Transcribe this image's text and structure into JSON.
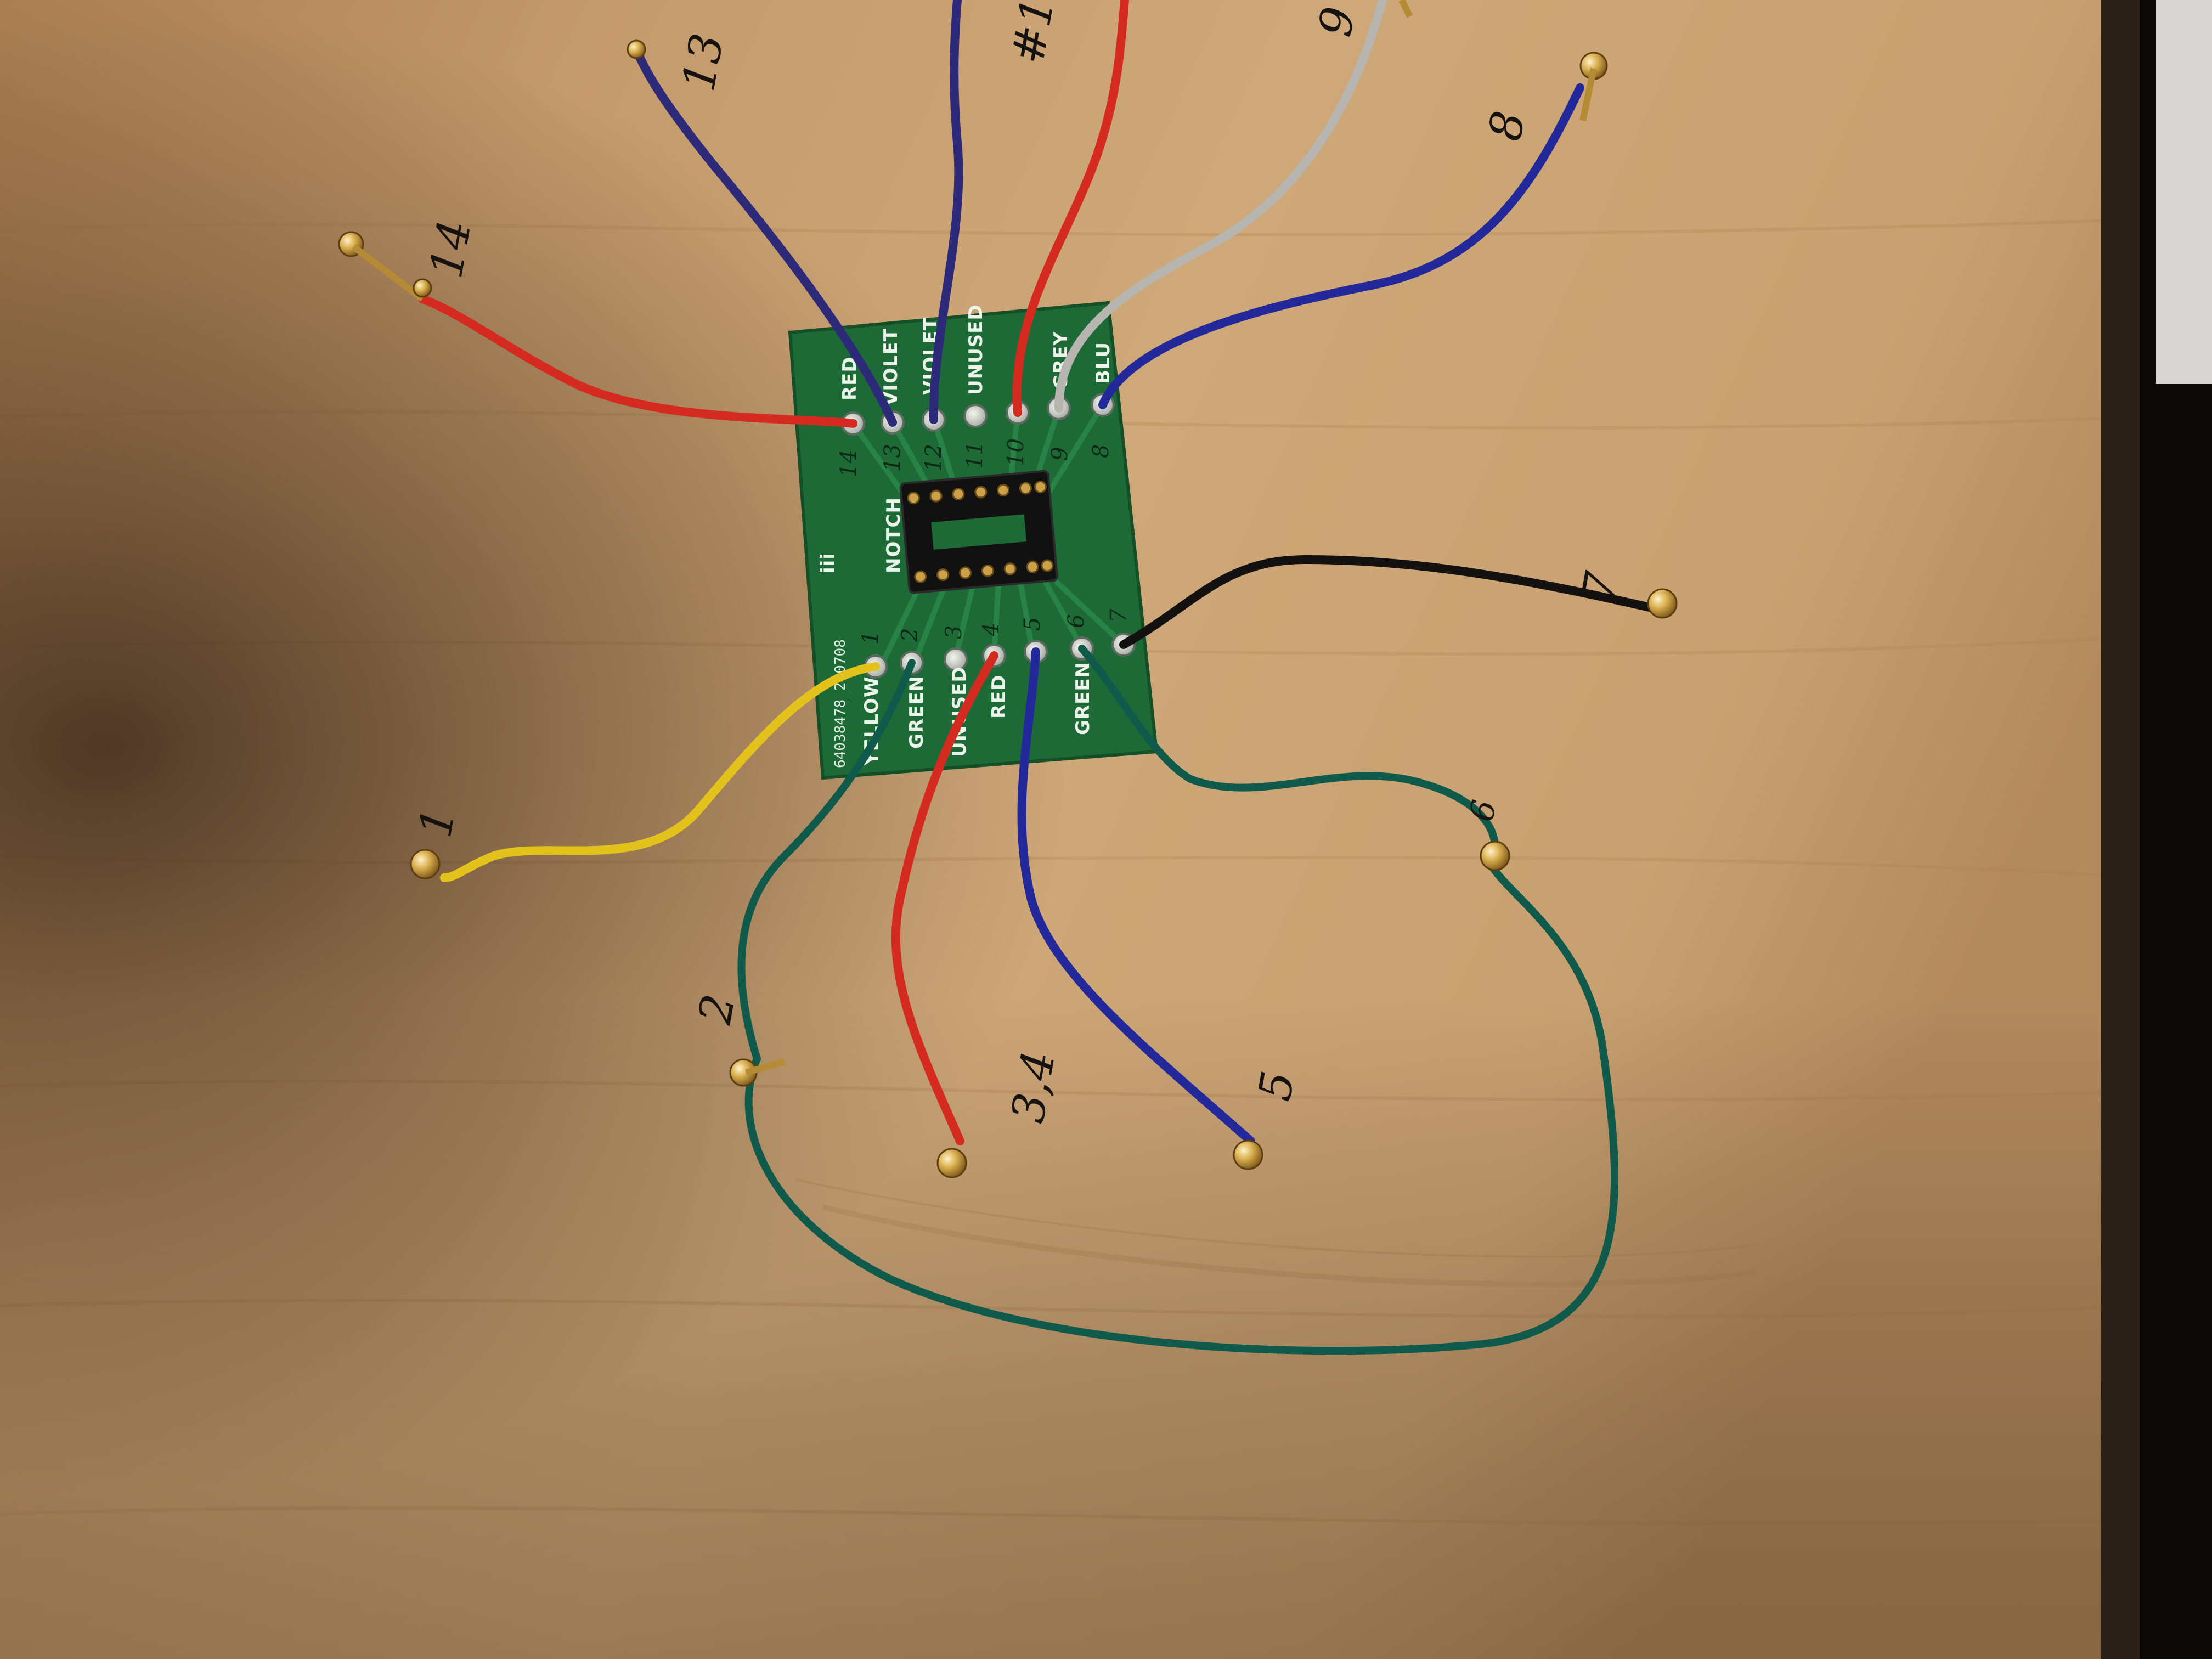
{
  "pcb": {
    "top_row_labels": [
      "RED",
      "VIOLET",
      "VIOLET",
      "UNUSED",
      "",
      "GREY",
      "BLU"
    ],
    "bottom_row_labels": [
      "YELLOW",
      "GREEN",
      "UNUSED",
      "RED",
      "",
      "GREEN",
      ""
    ],
    "top_pin_numbers": [
      "14",
      "13",
      "12",
      "11",
      "10",
      "9",
      "8"
    ],
    "bottom_pin_numbers": [
      "1",
      "2",
      "3",
      "4",
      "5",
      "6",
      "7"
    ],
    "notch_label": "NOTCH",
    "notch_marker": "iii",
    "serial": "64038478_240708"
  },
  "handwritten": {
    "n14": "14",
    "n13": "13",
    "n12": "#1",
    "n9": "9",
    "n8": "8",
    "n7": "7",
    "n1": "1",
    "n2": "2",
    "n3_4": "3,4",
    "n5": "5",
    "n6": "6"
  },
  "colors": {
    "wood": "#c79d6d",
    "wood_dark": "#9f7448",
    "pcb": "#1d6a37",
    "red_wire": "#d52a1f",
    "violet_wire": "#2e2a7a",
    "grey_wire": "#b6b5b0",
    "blue_wire": "#23299a",
    "yellow_wire": "#e3c21c",
    "green_wire": "#0f5a4b",
    "black_wire": "#141210",
    "brass": "#c89a3c"
  }
}
